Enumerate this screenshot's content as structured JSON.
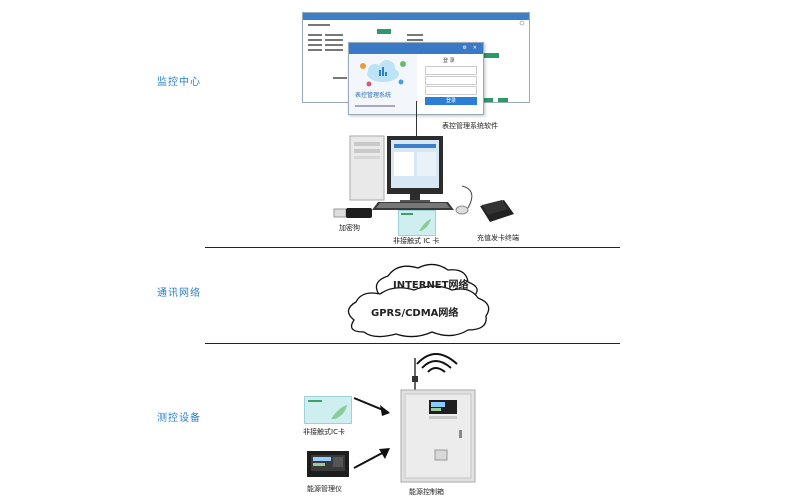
{
  "sections": {
    "monitoring": "监控中心",
    "network": "通讯网络",
    "devices": "测控设备"
  },
  "monitoring": {
    "software_caption": "表控管理系统软件",
    "dongle_caption": "加密狗",
    "card_caption": "非接触式 IC 卡",
    "reader_caption": "充值发卡终端",
    "login": {
      "app_name": "表控管理系统",
      "title": "登 录",
      "button": "登录"
    }
  },
  "network": {
    "internet": "INTERNET网络",
    "gprs": "GPRS/CDMA网络"
  },
  "devices": {
    "card_caption": "非接触式IC卡",
    "meter_caption": "能源管理仪",
    "cabinet_caption": "能源控制箱"
  }
}
